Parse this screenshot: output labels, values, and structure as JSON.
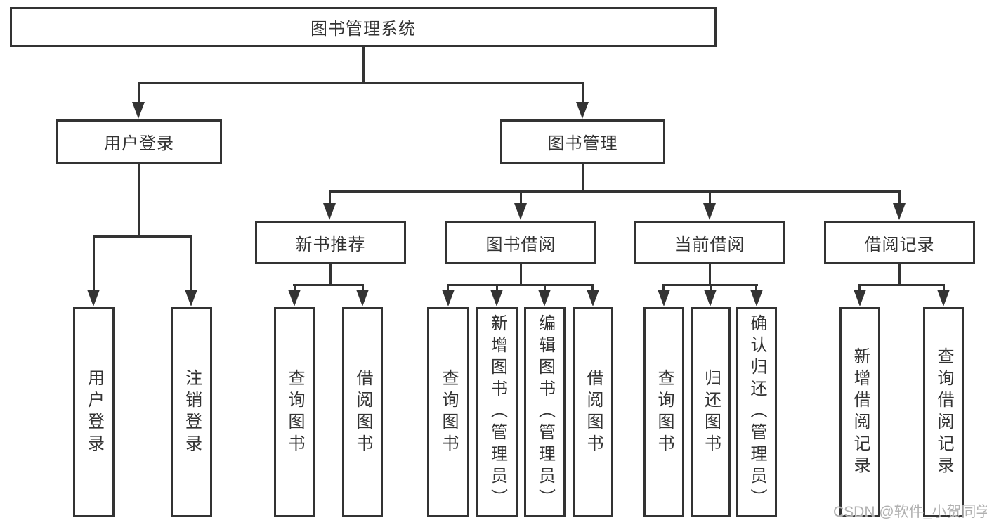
{
  "colors": {
    "line": "#333333",
    "text": "#333333",
    "background": "#ffffff",
    "watermark": "#b0b0b0"
  },
  "tree": {
    "root": "图书管理系统",
    "branches": [
      {
        "label": "用户登录",
        "children": [
          "用户登录",
          "注销登录"
        ]
      },
      {
        "label": "图书管理",
        "children": [
          {
            "label": "新书推荐",
            "children": [
              "查询图书",
              "借阅图书"
            ]
          },
          {
            "label": "图书借阅",
            "children": [
              "查询图书",
              "新增图书（管理员）",
              "编辑图书（管理员）",
              "借阅图书"
            ]
          },
          {
            "label": "当前借阅",
            "children": [
              "查询图书",
              "归还图书",
              "确认归还（管理员）"
            ]
          },
          {
            "label": "借阅记录",
            "children": [
              "新增借阅记录",
              "查询借阅记录"
            ]
          }
        ]
      }
    ]
  },
  "watermark": "CSDN @软件_小贺同学"
}
